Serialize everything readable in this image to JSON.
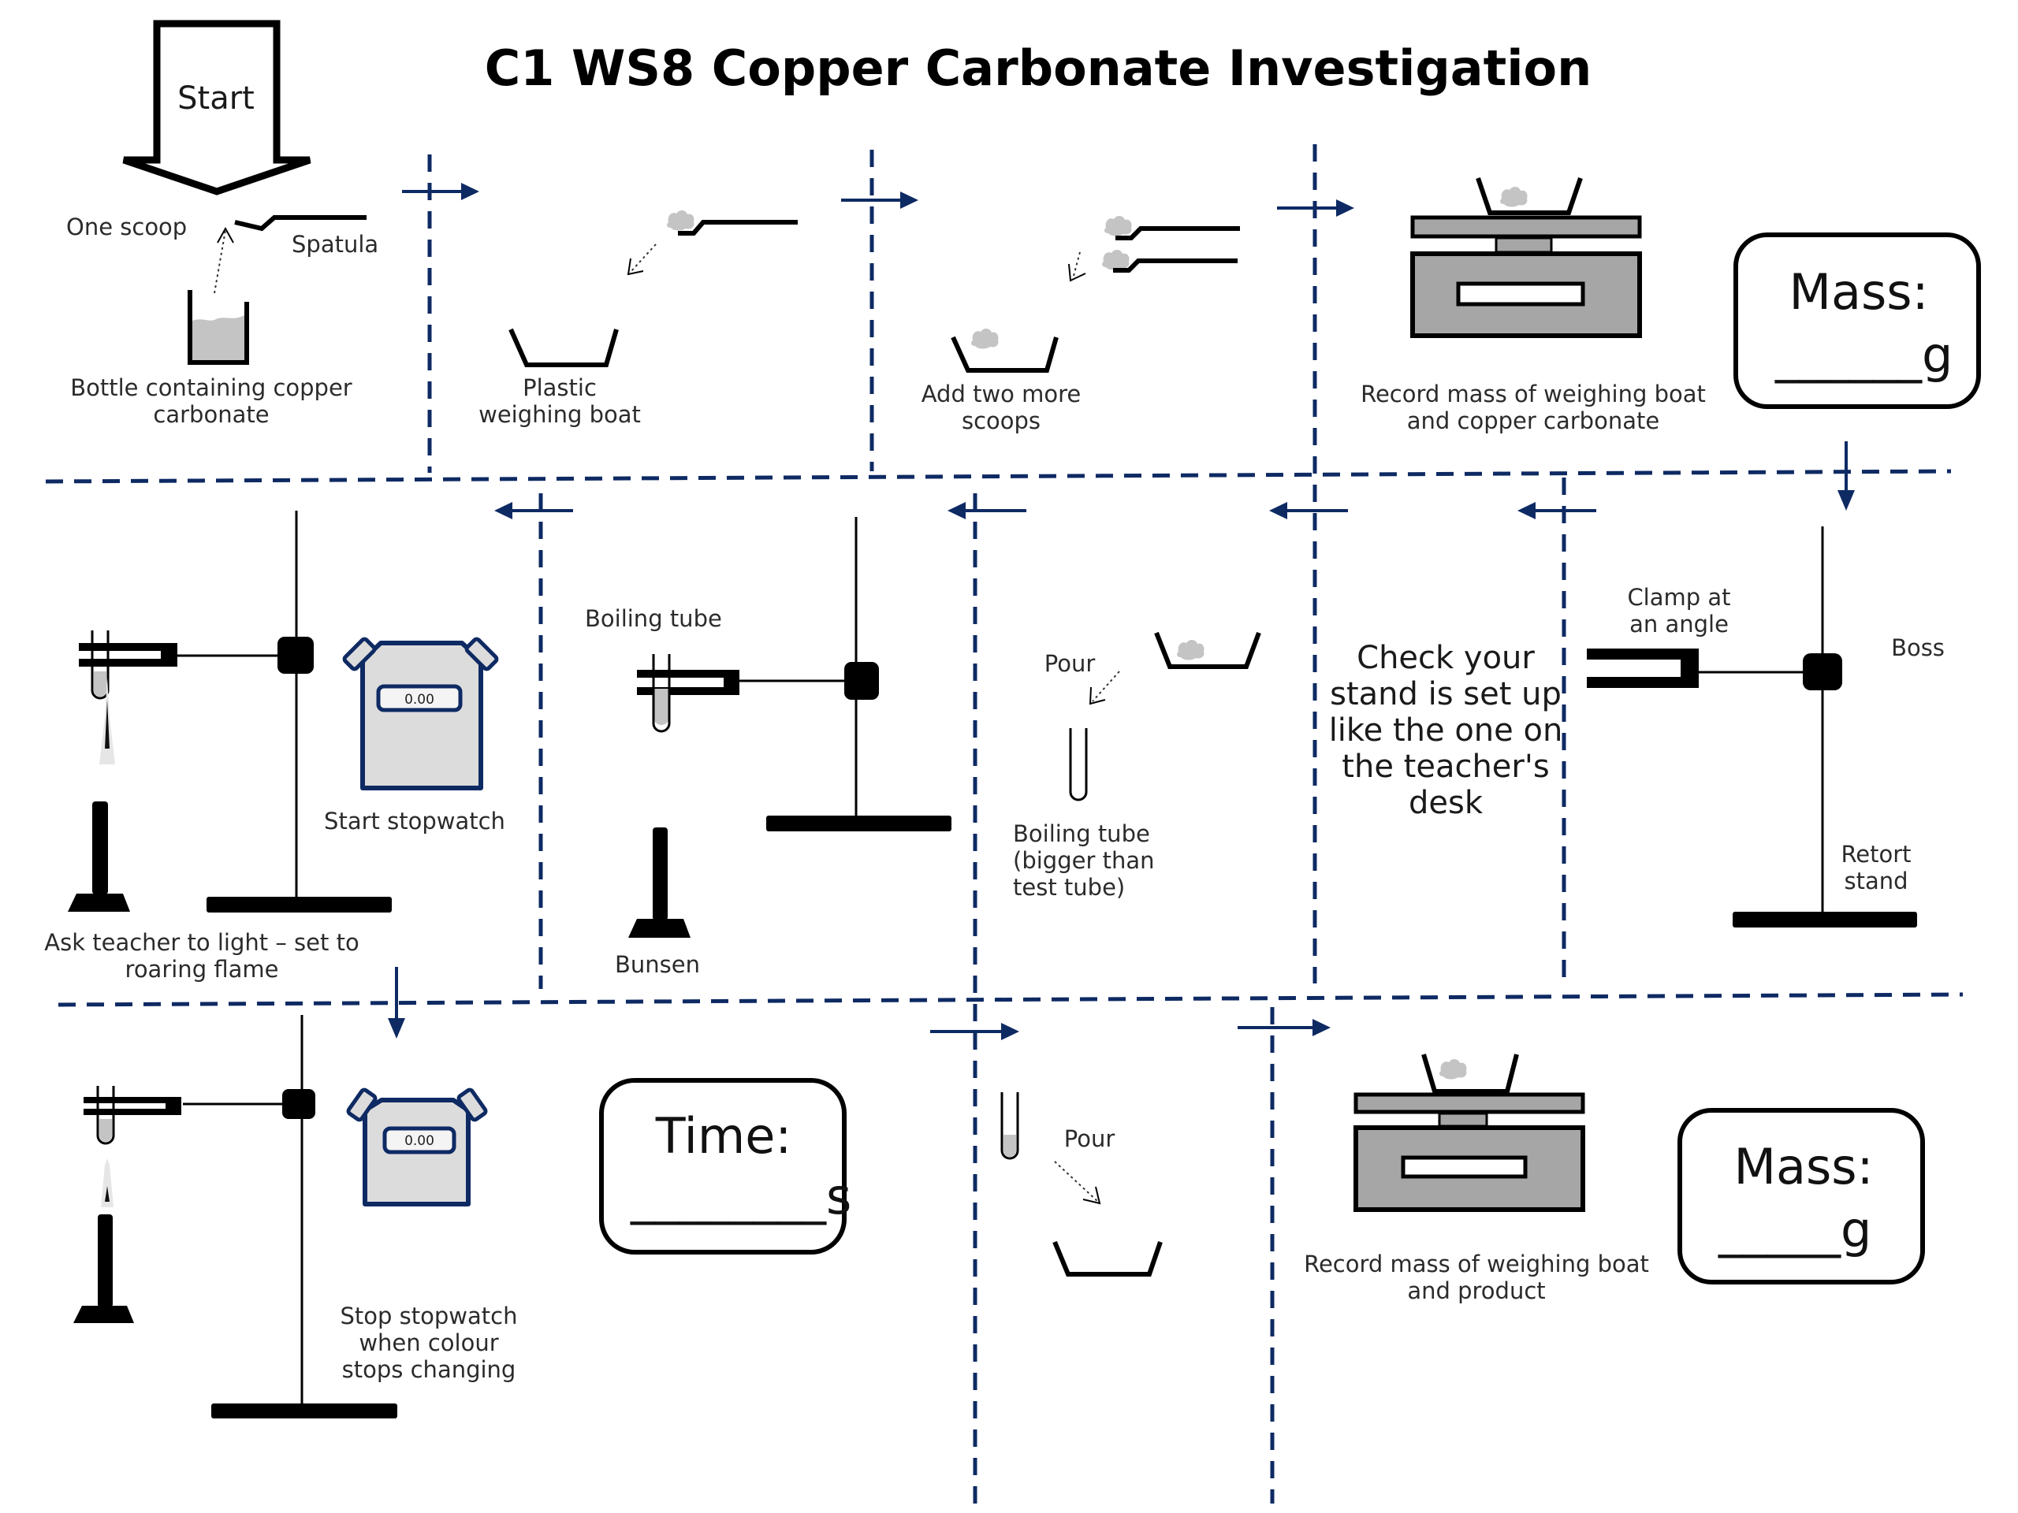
{
  "title": "C1 WS8 Copper Carbonate Investigation",
  "colors": {
    "divider": "#0e2a63",
    "powder": "#c4c4c4",
    "scale_body": "#a6a6a6",
    "stopwatch_face": "#dcdcdc",
    "stopwatch_outline": "#0e2a63"
  },
  "steps": {
    "step1": {
      "start_label": "Start",
      "one_scoop": "One scoop",
      "spatula": "Spatula",
      "bottle_line1": "Bottle containing copper",
      "bottle_line2": "carbonate"
    },
    "step2": {
      "boat_line1": "Plastic",
      "boat_line2": "weighing boat"
    },
    "step3": {
      "line1": "Add two more",
      "line2": "scoops"
    },
    "step4": {
      "line1": "Record mass of weighing boat",
      "line2": "and copper carbonate",
      "mass_label": "Mass:",
      "mass_blank": "______g"
    },
    "step5": {
      "clamp_line1": "Clamp at",
      "clamp_line2": "an angle",
      "boss": "Boss",
      "retort_line1": "Retort",
      "retort_line2": "stand"
    },
    "step6": {
      "lines": [
        "Check your",
        "stand is set up",
        "like the one on",
        "the teacher's",
        "desk"
      ]
    },
    "step7": {
      "pour": "Pour",
      "tube_line1": "Boiling tube",
      "tube_line2": "(bigger than",
      "tube_line3": "test tube)"
    },
    "step8": {
      "boiling_tube": "Boiling tube",
      "bunsen": "Bunsen"
    },
    "step9": {
      "stopwatch_reading": "0.00",
      "start_stopwatch": "Start stopwatch",
      "teacher_line1": "Ask teacher to light – set to",
      "teacher_line2": "roaring flame"
    },
    "step10": {
      "stopwatch_reading": "0.00",
      "stop_line1": "Stop stopwatch",
      "stop_line2": "when colour",
      "stop_line3": "stops changing",
      "time_label": "Time:",
      "time_blank": "________s"
    },
    "step11": {
      "pour": "Pour"
    },
    "step12": {
      "line1": "Record mass of weighing boat",
      "line2": "and product",
      "mass_label": "Mass:",
      "mass_blank": "_____g"
    }
  }
}
